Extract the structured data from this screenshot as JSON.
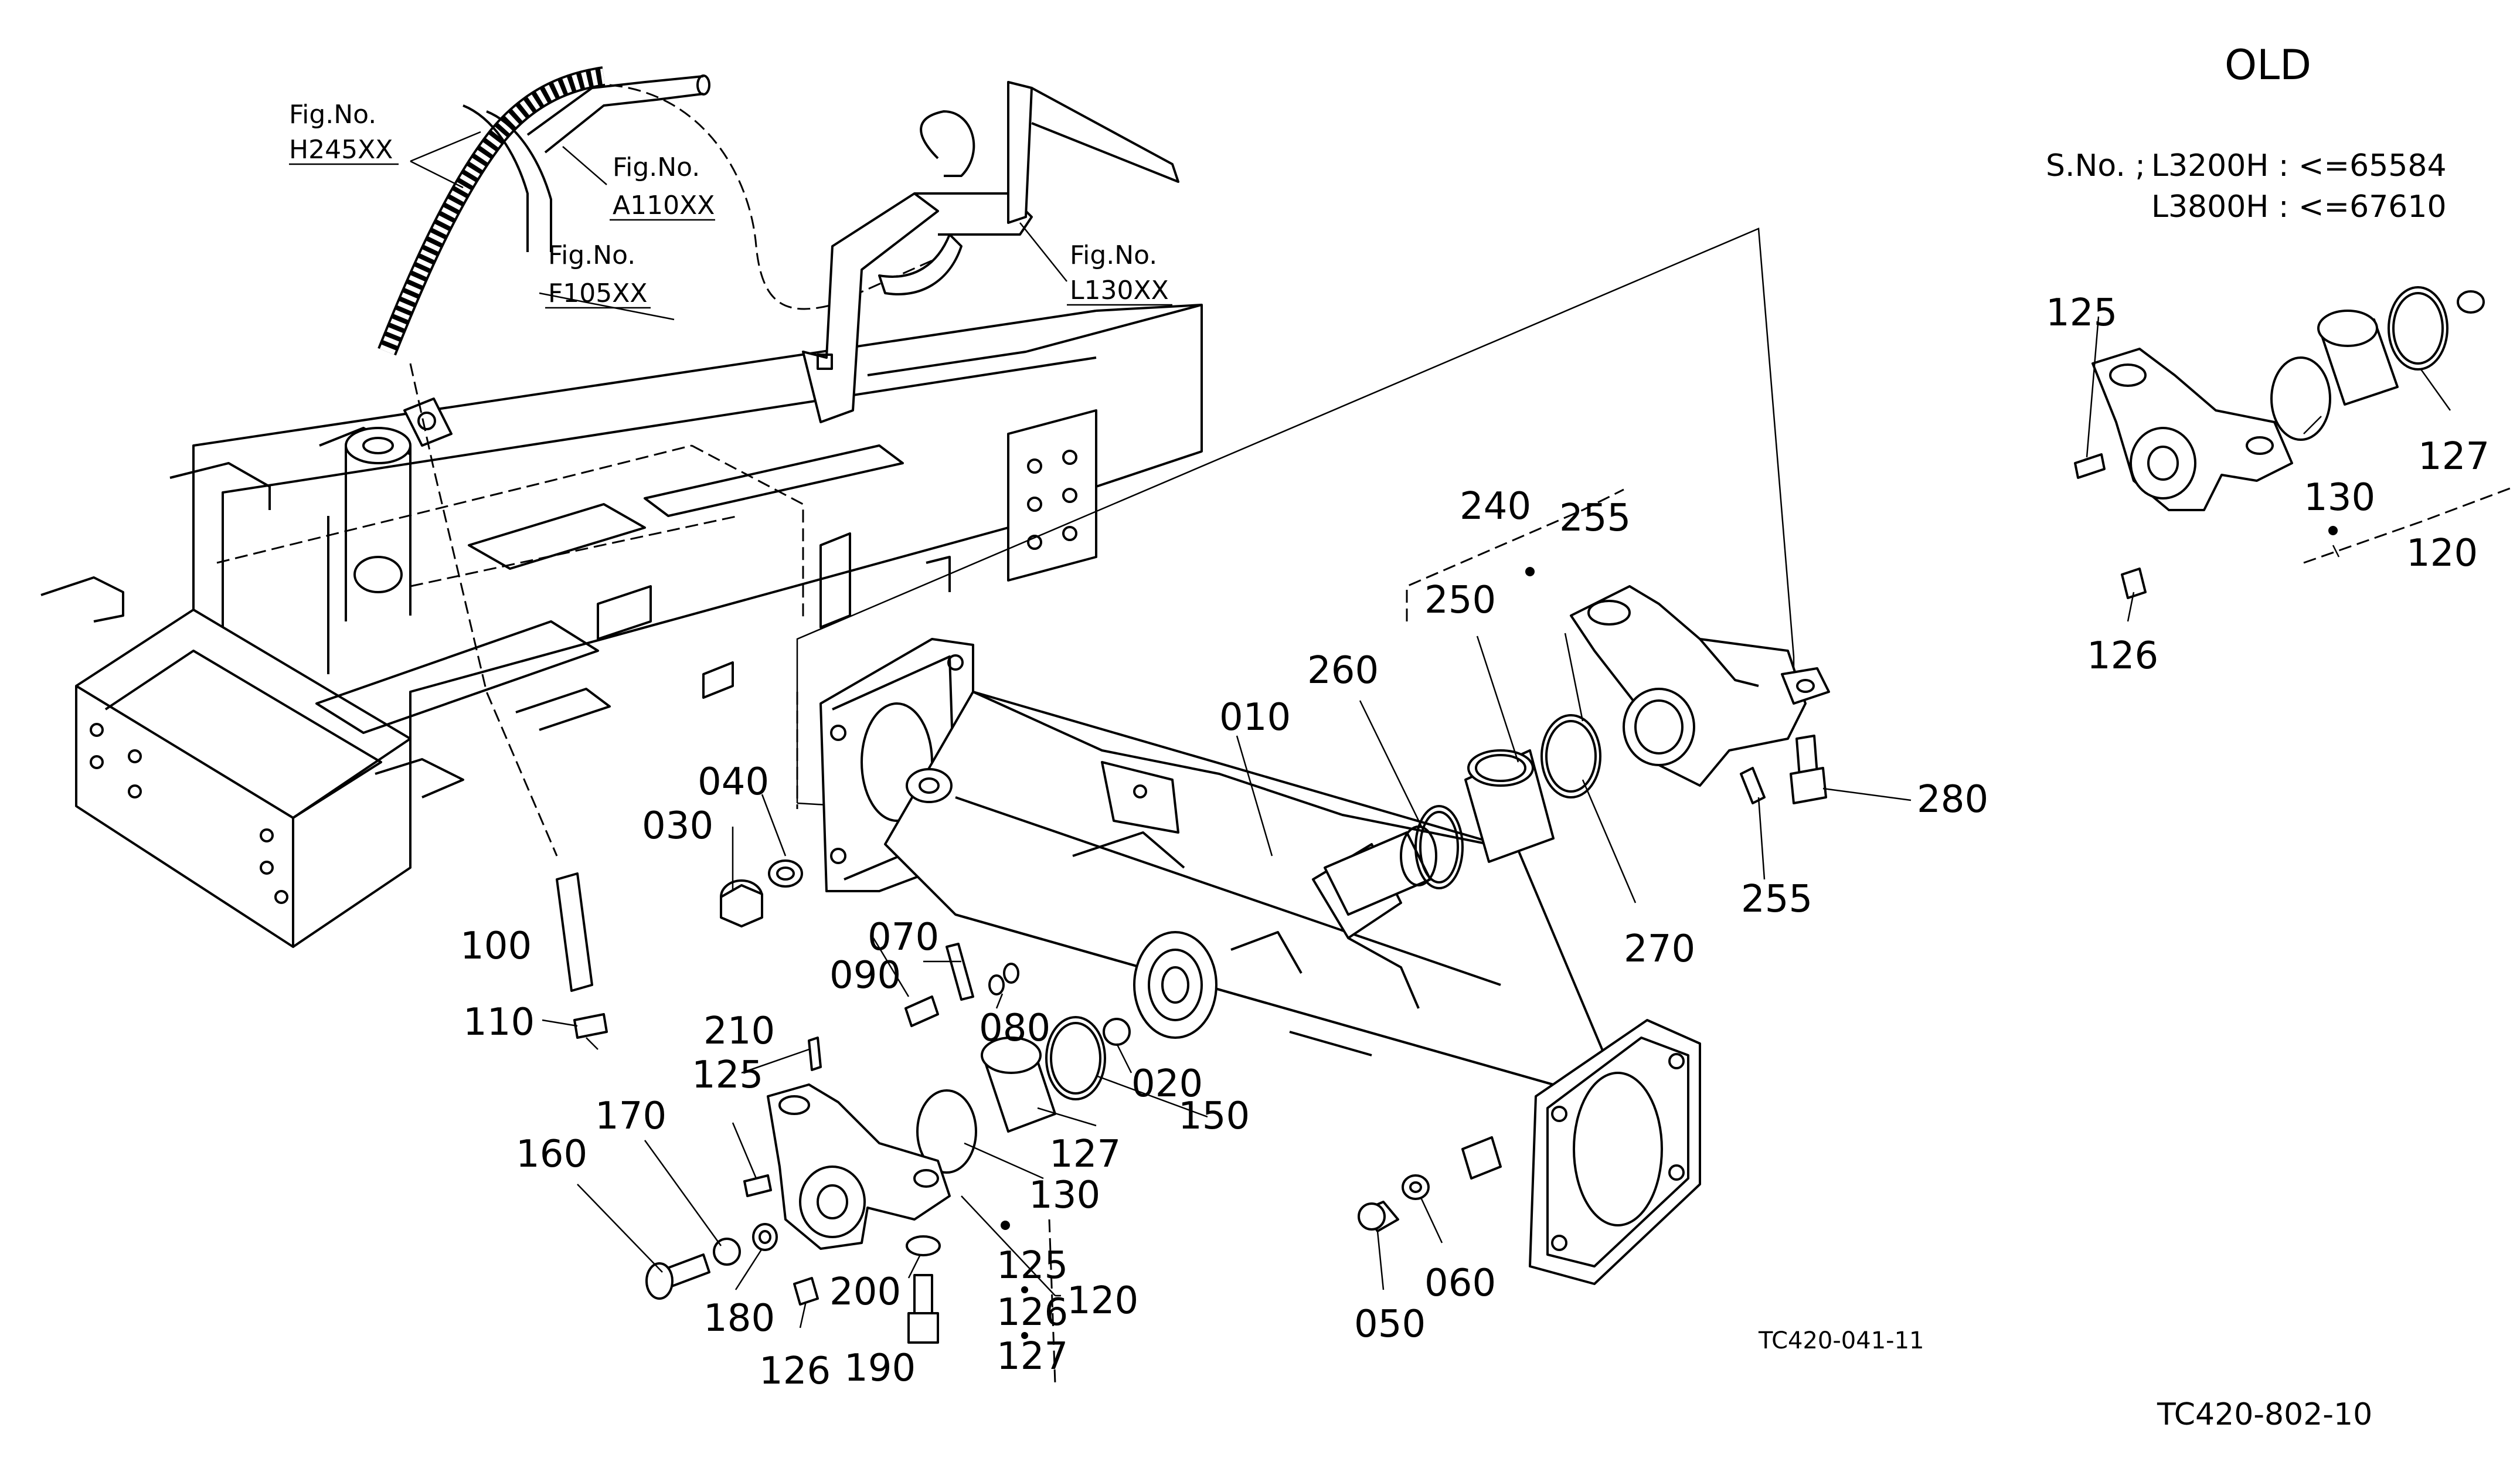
{
  "title": "OLD",
  "serial": {
    "prefix": "S.No. ;",
    "line1": "L3200H : <=65584",
    "line2": "L3800H : <=67610"
  },
  "drawing_code": "TC420-041-11",
  "page_code": "TC420-802-10",
  "fig_refs": [
    {
      "label": "Fig.No.",
      "code": "H245XX"
    },
    {
      "label": "Fig.No.",
      "code": "A110XX"
    },
    {
      "label": "Fig.No.",
      "code": "F105XX"
    },
    {
      "label": "Fig.No.",
      "code": "L130XX"
    }
  ],
  "part_labels": {
    "p010": "010",
    "p020": "020",
    "p030": "030",
    "p040": "040",
    "p050": "050",
    "p060": "060",
    "p070": "070",
    "p080": "080",
    "p090": "090",
    "p100": "100",
    "p110": "110",
    "p120": "120",
    "p125": "125",
    "p126": "126",
    "p127": "127",
    "p130": "130",
    "p150": "150",
    "p160": "160",
    "p170": "170",
    "p180": "180",
    "p190": "190",
    "p200": "200",
    "p210": "210",
    "p240": "240",
    "p250": "250",
    "p255": "255",
    "p260": "260",
    "p270": "270",
    "p280": "280"
  },
  "bracket_set": {
    "a": "125",
    "b": "126",
    "c": "127",
    "label": "120"
  }
}
